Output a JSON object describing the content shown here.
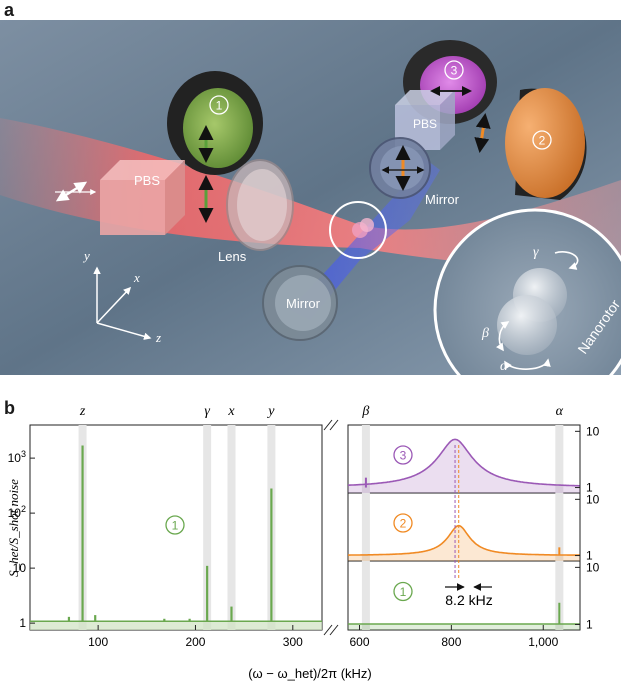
{
  "panel_a": {
    "letter": "a",
    "labels": {
      "pbs_left": "PBS",
      "pbs_right": "PBS",
      "lens": "Lens",
      "mirror_right": "Mirror",
      "mirror_bottom": "Mirror",
      "nanorotor": "Nanorotor",
      "detector_1": "1",
      "detector_2": "2",
      "detector_3": "3",
      "axis_x": "x",
      "axis_y": "y",
      "axis_z": "z",
      "gamma": "γ",
      "beta": "β",
      "alpha": "α"
    },
    "colors": {
      "background": "#6a7f93",
      "beam": "#ff6f6f",
      "blue_beam": "#3b4fe0",
      "green": "#6ab04c",
      "orange": "#f08a24",
      "purple": "#b05ad0"
    }
  },
  "panel_b": {
    "letter": "b",
    "y_axis_label": "S_het/S_shot noise",
    "x_axis_label": "(ω − ω_het)/2π (kHz)",
    "scale_bar_label": "8.2 kHz",
    "left_detector_label": "1",
    "right_detector_labels": [
      "3",
      "2",
      "1"
    ]
  },
  "chart_data": [
    {
      "type": "line",
      "name": "left-spectrum",
      "y_scale": "log",
      "xlim": [
        30,
        330
      ],
      "ylim": [
        0.75,
        4000
      ],
      "x_ticks": [
        "100",
        "200",
        "300"
      ],
      "y_ticks": [
        "1",
        "10",
        "10^2",
        "10^3"
      ],
      "top_labels": [
        "z",
        "γ",
        "x",
        "y"
      ],
      "series": [
        {
          "detector": "1",
          "color": "#6aa84f",
          "baseline": 1.08,
          "peaks": [
            {
              "x": 84,
              "y": 1700,
              "mode": "z"
            },
            {
              "x": 212,
              "y": 11,
              "mode": "γ"
            },
            {
              "x": 237,
              "y": 2,
              "mode": "x"
            },
            {
              "x": 278,
              "y": 280,
              "mode": "y"
            },
            {
              "x": 70,
              "y": 1.3
            },
            {
              "x": 97,
              "y": 1.4
            },
            {
              "x": 168,
              "y": 1.2
            },
            {
              "x": 194,
              "y": 1.2
            }
          ]
        }
      ]
    },
    {
      "type": "line",
      "name": "right-spectra",
      "y_scale": "log",
      "xlim": [
        575,
        1080
      ],
      "x_ticks": [
        "600",
        "800",
        "1,000"
      ],
      "top_labels": [
        "β",
        "α"
      ],
      "subplots": [
        {
          "detector": "3",
          "color": "#9b59b6",
          "ylim": [
            0.8,
            11
          ],
          "y_ticks": [
            "1",
            "10"
          ],
          "center": 808,
          "peak": 7.2,
          "width": 30,
          "baseline": 1.0,
          "spike_x": 614,
          "spike_y": 1.5
        },
        {
          "detector": "2",
          "color": "#f08a24",
          "ylim": [
            0.8,
            11
          ],
          "y_ticks": [
            "1",
            "10"
          ],
          "center": 816,
          "peak": 3.4,
          "width": 22,
          "baseline": 1.0,
          "spike_x": 1035,
          "spike_y": 1.4
        },
        {
          "detector": "1",
          "color": "#6aa84f",
          "ylim": [
            0.8,
            11
          ],
          "y_ticks": [
            "1",
            "10"
          ],
          "center": 0,
          "peak": 1.0,
          "width": 20,
          "baseline": 1.02,
          "spike_x": 1035,
          "spike_y": 2.4
        }
      ],
      "mode_lines": [
        {
          "x": 614,
          "mode": "β"
        },
        {
          "x": 1035,
          "mode": "α"
        }
      ],
      "dashed_lines": [
        {
          "x": 808,
          "color": "#9b59b6"
        },
        {
          "x": 816,
          "color": "#f08a24"
        }
      ]
    }
  ]
}
